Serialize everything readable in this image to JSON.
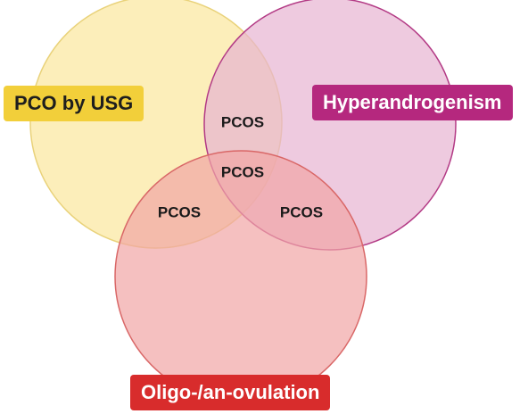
{
  "sets": {
    "pco": {
      "label": "PCO by USG",
      "fill": "#fbe79d",
      "stroke": "#e9d27a",
      "tag_color": "#f2cf3a",
      "tag_text_color": "#1e1e1e"
    },
    "hyper": {
      "label": "Hyperandrogenism",
      "fill": "#e7b3d2",
      "stroke": "#b33a85",
      "tag_color": "#b5287e",
      "tag_text_color": "#ffffff"
    },
    "oligo": {
      "label": "Oligo-/an-ovulation",
      "fill": "#f1a5a5",
      "stroke": "#d96767",
      "tag_color": "#d82c2c",
      "tag_text_color": "#ffffff"
    }
  },
  "regions": {
    "pco_hyper": "PCOS",
    "all_three": "PCOS",
    "pco_oligo": "PCOS",
    "hyper_oligo": "PCOS"
  }
}
